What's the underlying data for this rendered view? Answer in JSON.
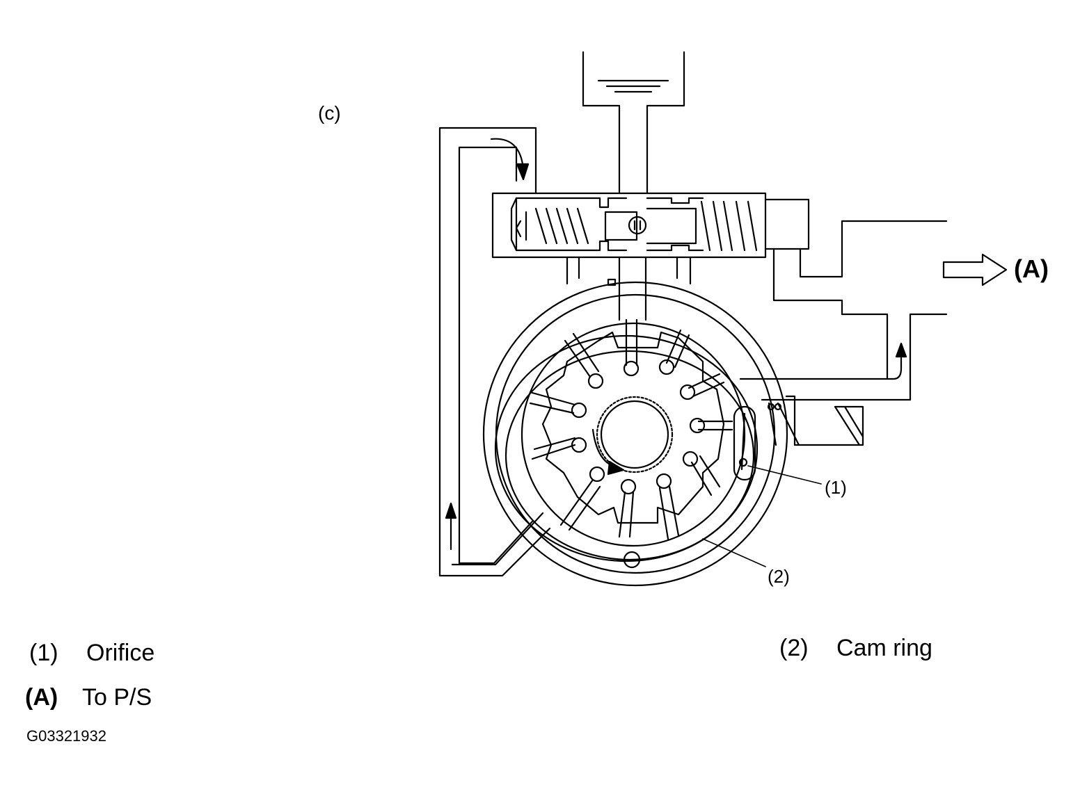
{
  "diagram": {
    "view_label": "(c)",
    "outlet_label": "(A)",
    "callout_1": "(1)",
    "callout_2": "(2)"
  },
  "legend": [
    {
      "key": "(1)",
      "text": "Orifice"
    },
    {
      "key": "(2)",
      "text": "Cam ring"
    },
    {
      "key": "(A)",
      "text": "To P/S"
    }
  ],
  "figure_code": "G03321932",
  "colors": {
    "ink": "#000000",
    "paper": "#ffffff"
  }
}
